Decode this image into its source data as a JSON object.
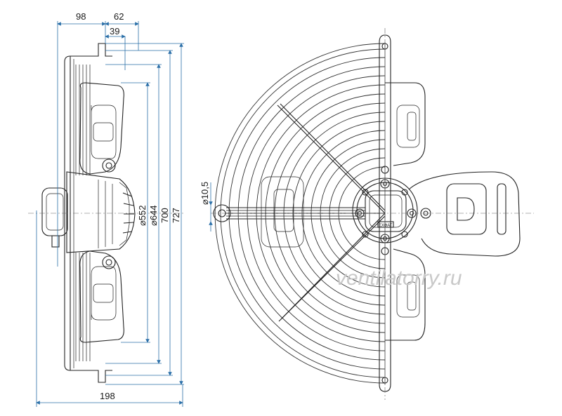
{
  "dimensions": {
    "top_left": "98",
    "top_right": "62",
    "top_inner": "39",
    "bottom": "198",
    "d_552": "⌀552",
    "d_644": "⌀644",
    "d_700": "700",
    "d_727": "727",
    "hole": "⌀10,5"
  },
  "label_plate": "ЕХФАТ",
  "watermark": "ventilatorry.ru",
  "colors": {
    "dimension_line": "#2a6fa8",
    "outline": "#222222",
    "watermark": "#c9c9c9"
  }
}
